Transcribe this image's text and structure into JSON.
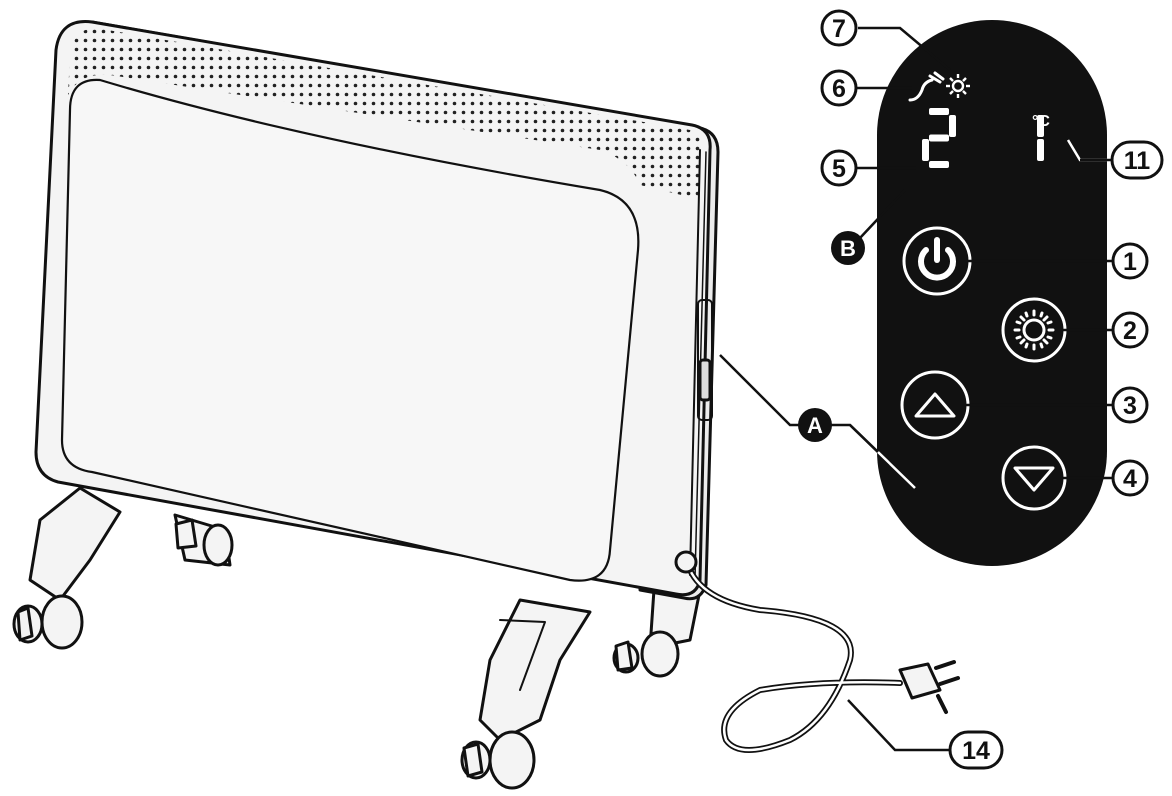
{
  "display": {
    "temperature_digits": [
      "2",
      "1"
    ],
    "unit": "°C"
  },
  "controls": {
    "power": {
      "icon": "power-icon"
    },
    "heat": {
      "icon": "sun-heat-icon"
    },
    "up": {
      "icon": "up-triangle-icon"
    },
    "down": {
      "icon": "down-triangle-icon"
    }
  },
  "indicators": {
    "plug": {
      "icon": "plug-icon"
    },
    "heat": {
      "icon": "sun-icon"
    }
  },
  "callouts": {
    "c1": "1",
    "c2": "2",
    "c3": "3",
    "c4": "4",
    "c5": "5",
    "c6": "6",
    "c7": "7",
    "c11": "11",
    "c14": "14",
    "cA": "A",
    "cB": "B"
  },
  "colors": {
    "panel": "#111111",
    "ink": "#111111",
    "body_fill": "#f4f4f4",
    "paper": "#ffffff"
  }
}
